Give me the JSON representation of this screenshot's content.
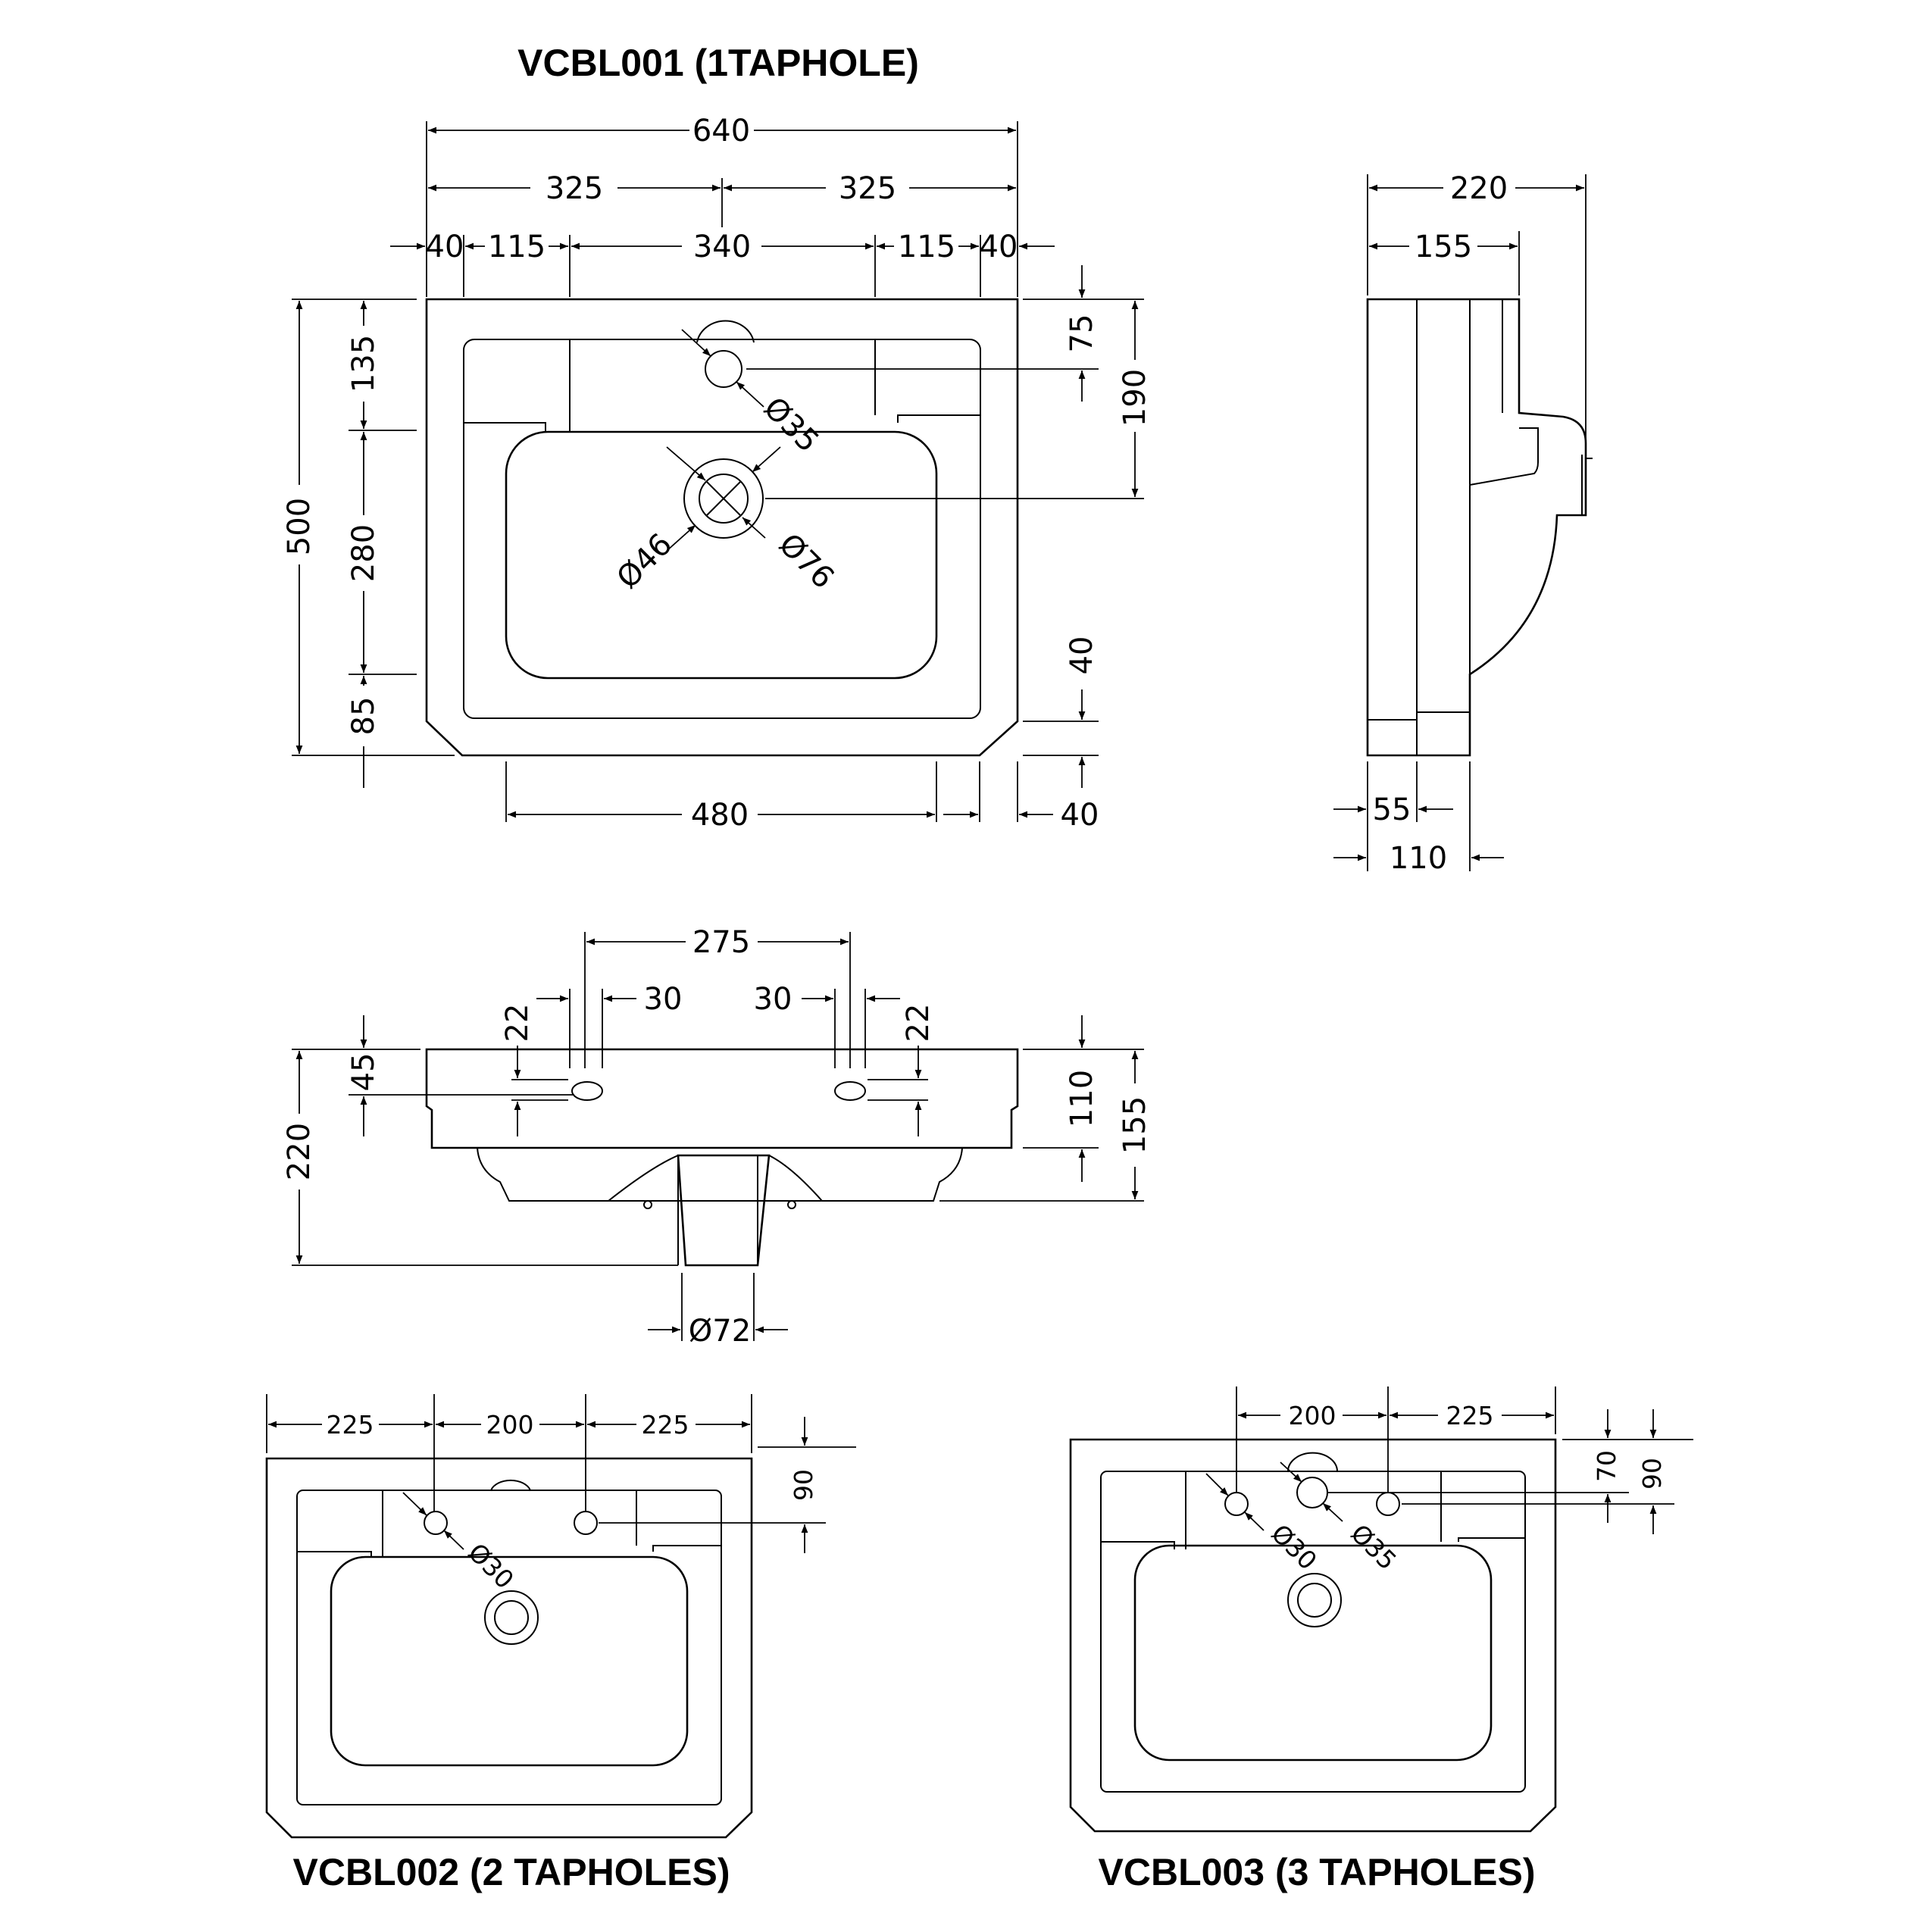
{
  "titles": {
    "vcbl001": "VCBL001 (1TAPHOLE)",
    "vcbl002": "VCBL002 (2 TAPHOLES)",
    "vcbl003": "VCBL003 (3 TAPHOLES)"
  },
  "plan1": {
    "width": "640",
    "half_left": "325",
    "half_right": "325",
    "edge_left": "40",
    "seg_left": "115",
    "seg_mid": "340",
    "seg_right": "115",
    "edge_right": "40",
    "depth": "500",
    "back": "135",
    "bowl": "280",
    "front": "85",
    "tap_offset": "75",
    "waste_offset": "190",
    "front_chamfer": "40",
    "bowl_width": "480",
    "bottom_edge": "40",
    "tap_dia": "Ø35",
    "waste_inner": "Ø46",
    "waste_outer": "Ø76"
  },
  "side": {
    "total": "220",
    "top": "155",
    "lip": "55",
    "base": "110"
  },
  "front": {
    "tap_spacing": "275",
    "tap_left": "30",
    "tap_right": "30",
    "tap_drop_left": "22",
    "tap_drop_right": "22",
    "deck": "45",
    "overall_height": "220",
    "rim": "110",
    "body": "155",
    "waste": "Ø72"
  },
  "plan2": {
    "left": "225",
    "mid": "200",
    "right": "225",
    "offset": "90",
    "dia": "Ø30"
  },
  "plan3": {
    "mid": "200",
    "right": "225",
    "offset_a": "70",
    "offset_b": "90",
    "dia_a": "Ø30",
    "dia_b": "Ø35"
  }
}
